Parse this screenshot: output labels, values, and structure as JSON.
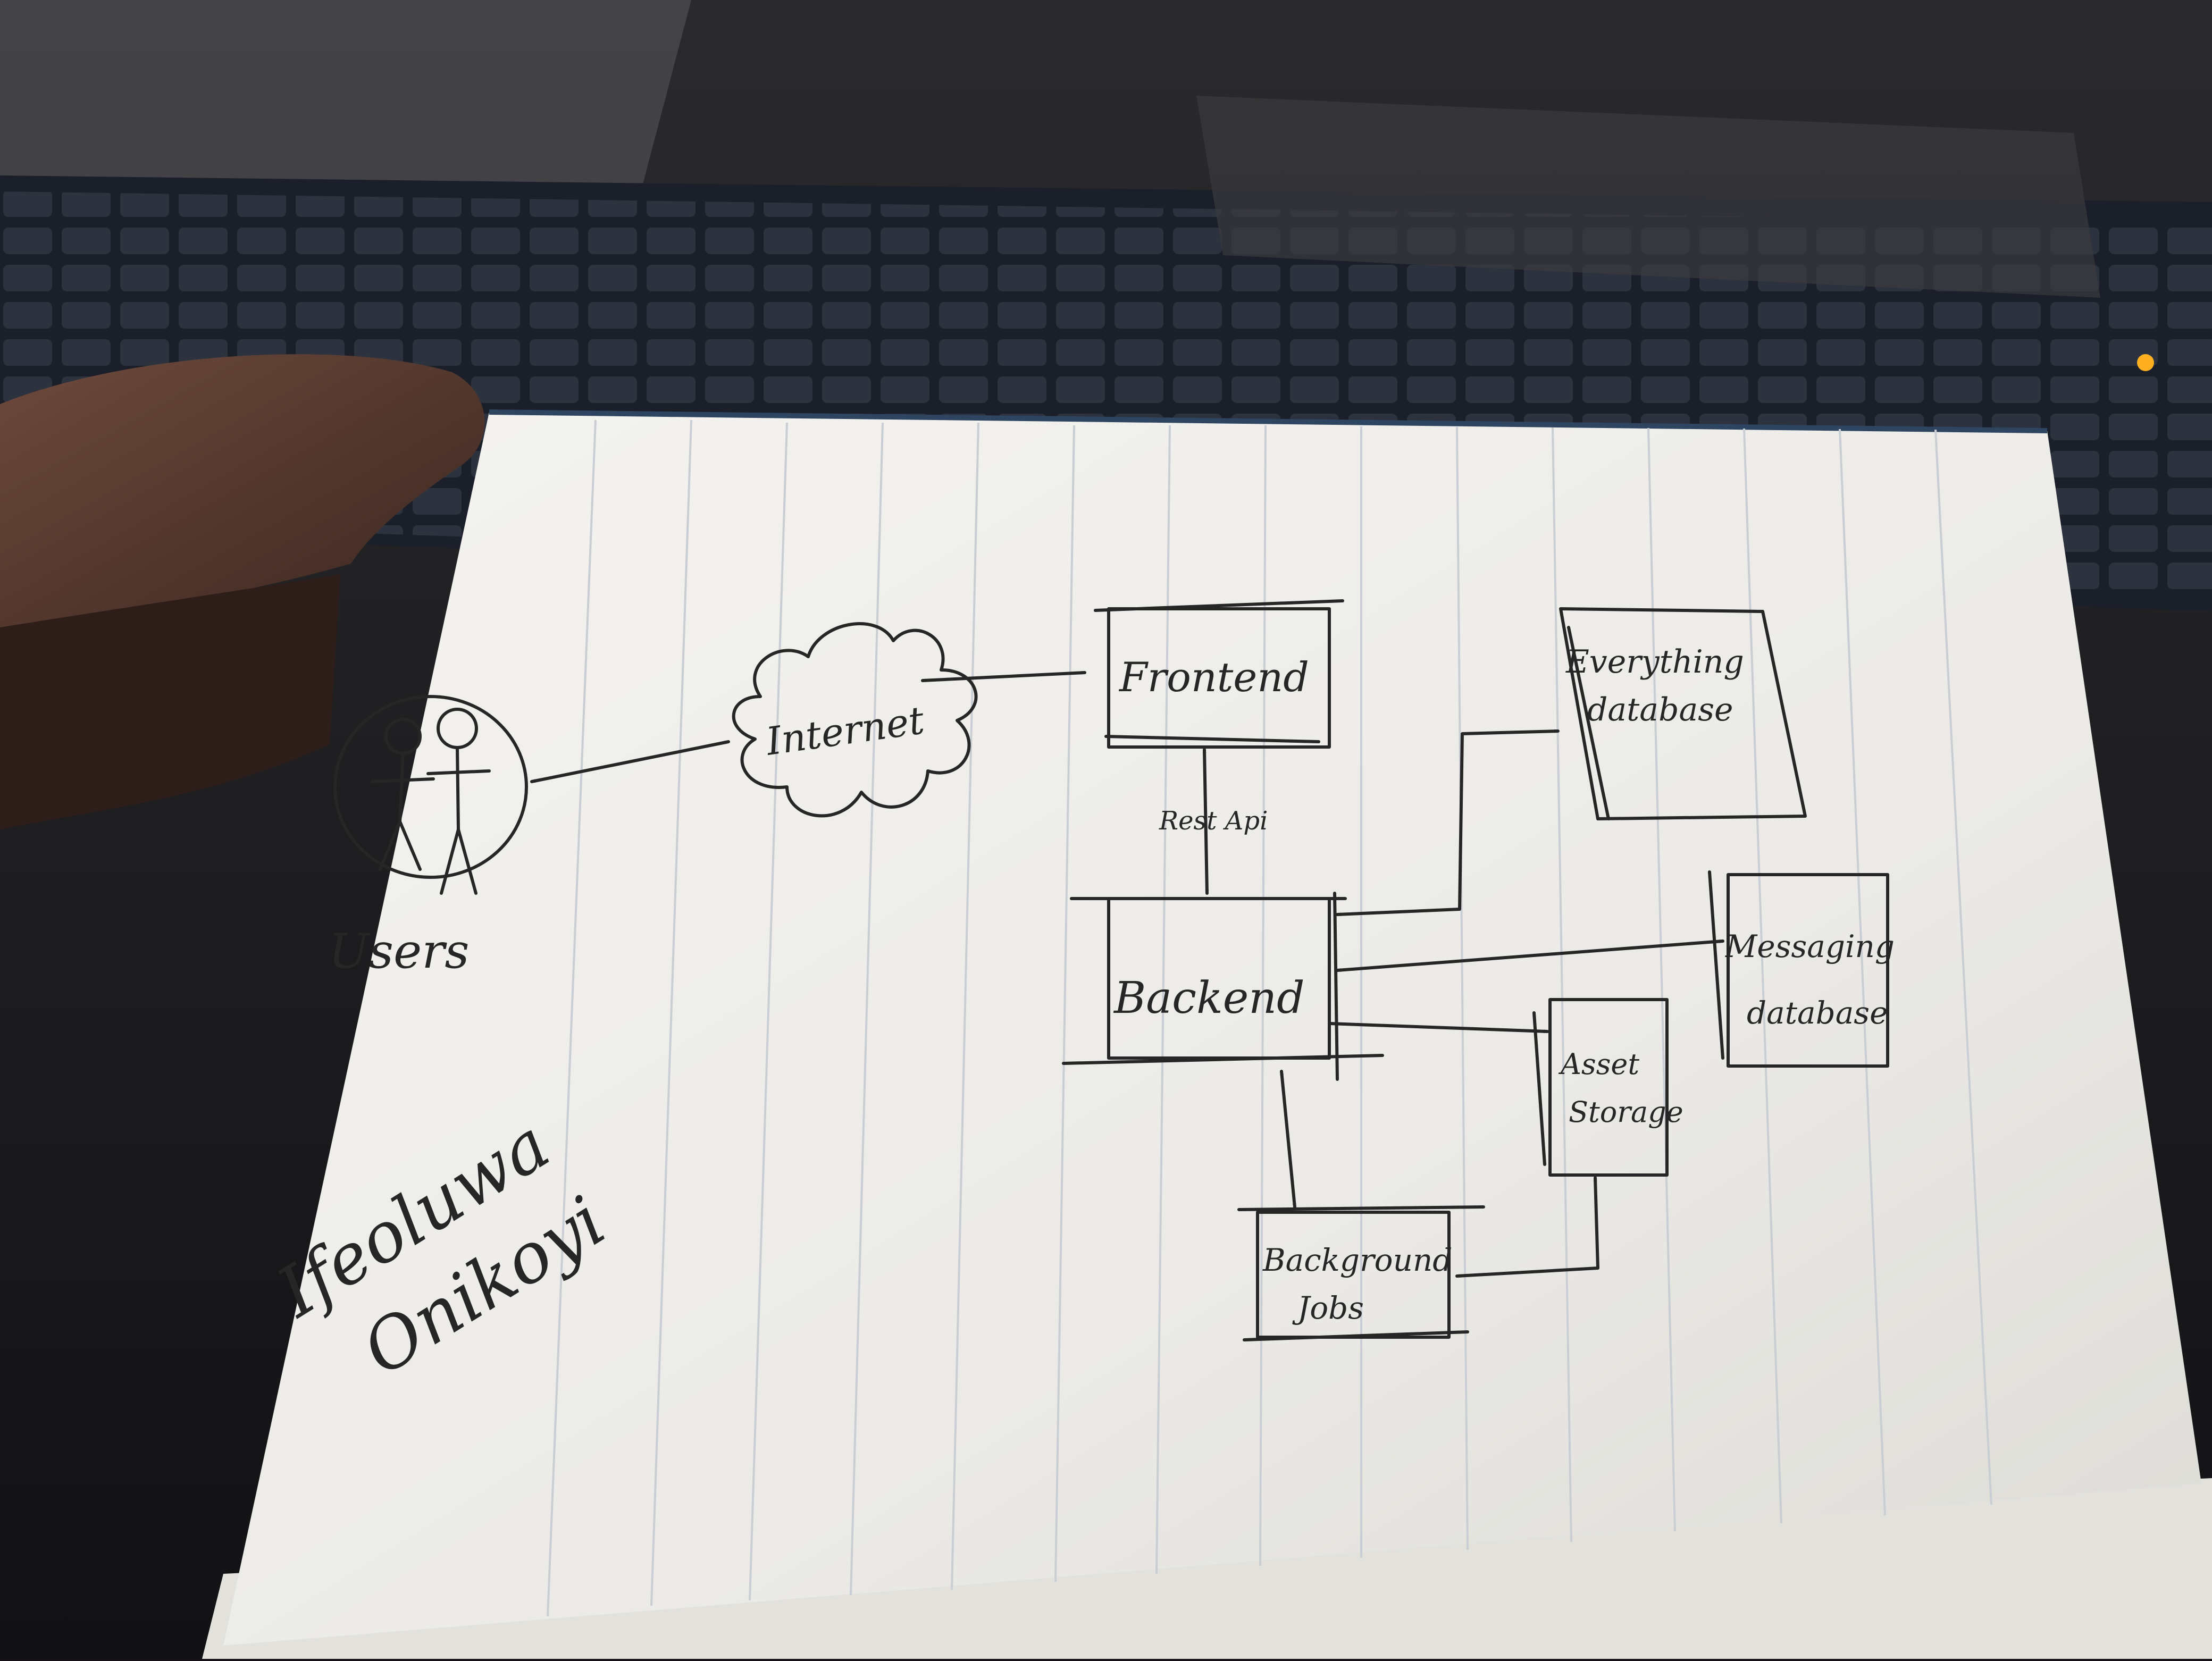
{
  "diagram": {
    "nodes": {
      "users": "Users",
      "internet": "Internet",
      "frontend": "Frontend",
      "backend": "Backend",
      "everything_db": [
        "Everything",
        "database"
      ],
      "messaging_db": [
        "Messaging",
        "database"
      ],
      "asset_storage": [
        "Asset",
        "Storage"
      ],
      "background_jobs": [
        "Background",
        "Jobs"
      ]
    },
    "edge_labels": {
      "rest_api": "Rest Api"
    },
    "signature": [
      "Ifeoluwa",
      "Onikoyi"
    ]
  },
  "colors": {
    "ink": "#262626",
    "paper": "#efeeea",
    "ruling": "#c9cdd4",
    "keyboard": "#1b1f2a",
    "skin": "#5a3a30",
    "indicator_light": "#ffb020"
  }
}
